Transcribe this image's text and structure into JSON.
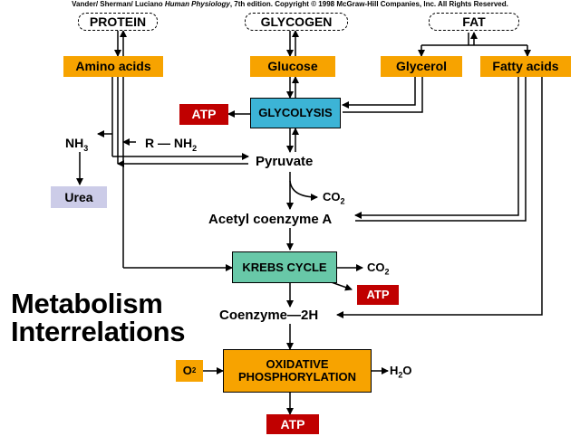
{
  "credit": {
    "authors": "Vander/ Sherman/ Luciano ",
    "book": "Human Physiology",
    "rest": ", 7th edition. Copyright © 1998 McGraw-Hill Companies, Inc. All Rights Reserved."
  },
  "sources": {
    "protein": "PROTEIN",
    "glycogen": "GLYCOGEN",
    "fat": "FAT"
  },
  "nodes": {
    "amino_acids": "Amino acids",
    "glucose": "Glucose",
    "glycerol": "Glycerol",
    "fatty_acids": "Fatty acids",
    "atp_glycolysis": "ATP",
    "glycolysis": "GLYCOLYSIS",
    "nh3": "NH",
    "nh3_sub": "3",
    "r_nh2_prefix": "R",
    "r_nh2_nh": "NH",
    "r_nh2_sub": "2",
    "urea": "Urea",
    "pyruvate": "Pyruvate",
    "co2_1": "CO",
    "co2_1_sub": "2",
    "acetyl_coa": "Acetyl coenzyme A",
    "krebs": "KREBS CYCLE",
    "co2_2": "CO",
    "co2_2_sub": "2",
    "atp_krebs": "ATP",
    "coenzyme_prefix": "Coenzyme",
    "coenzyme_suffix": "2H",
    "o2": "O",
    "o2_sub": "2",
    "oxphos_line1": "OXIDATIVE",
    "oxphos_line2": "PHOSPHORYLATION",
    "h2o_h": "H",
    "h2o_sub": "2",
    "h2o_o": "O",
    "atp_oxphos": "ATP"
  },
  "title": {
    "line1": "Metabolism",
    "line2": "Interrelations"
  },
  "colors": {
    "orange": "#f7a300",
    "red": "#c00000",
    "glycolysis": "#3cb4d6",
    "krebs": "#68c8a8",
    "urea": "#cccce8"
  }
}
